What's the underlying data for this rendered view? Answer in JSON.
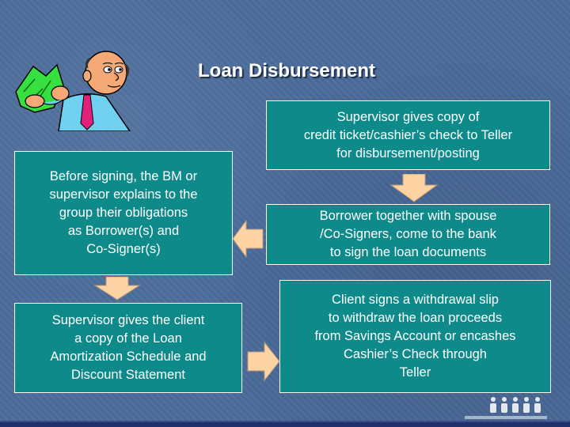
{
  "title": "Loan Disbursement",
  "steps": [
    {
      "text": "Supervisor gives copy of\ncredit ticket/cashier’s check to Teller\nfor disbursement/posting"
    },
    {
      "text": "Borrower together with spouse\n/Co-Signers, come to the bank\nto sign the loan documents"
    },
    {
      "text": "Before signing, the BM or\nsupervisor explains to the\ngroup their obligations\nas Borrower(s) and\nCo-Signer(s)"
    },
    {
      "text": "Supervisor gives the client\na copy of the Loan\nAmortization Schedule and\nDiscount Statement"
    },
    {
      "text": "Client signs a withdrawal slip\nto withdraw the loan proceeds\nfrom Savings Account or encashes\nCashier’s Check through\nTeller"
    }
  ],
  "colors": {
    "box_fill": "#0f8a8a",
    "arrow_fill": "#fdd3a4",
    "background": "#4a6b9a"
  },
  "icons": [
    "businessman-holding-money-icon",
    "organization-logo-icon"
  ]
}
